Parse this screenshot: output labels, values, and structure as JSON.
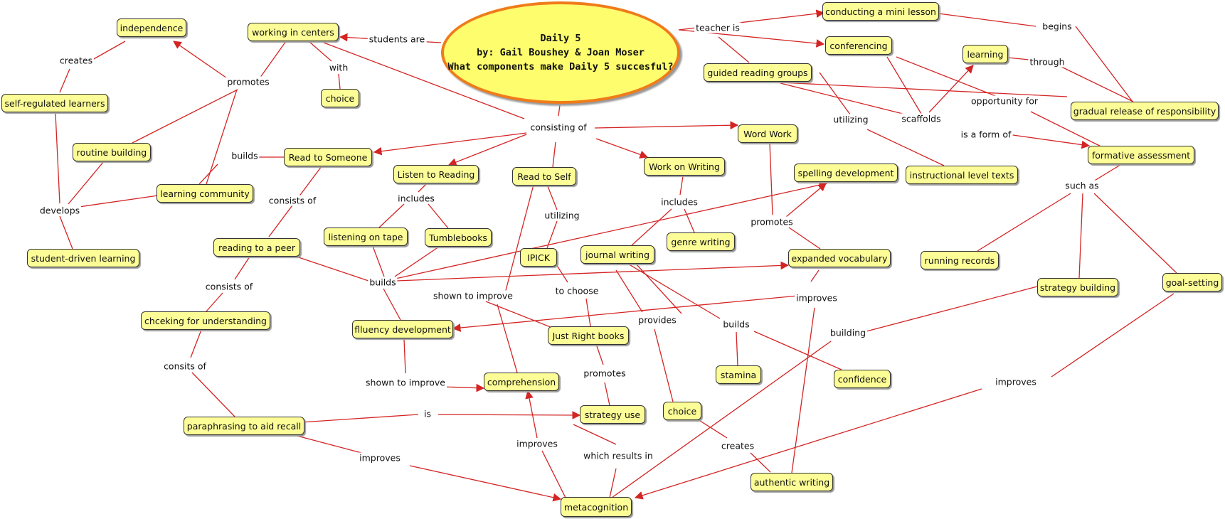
{
  "center": {
    "title": "Daily 5",
    "authors": "by: Gail Boushey & Joan Moser",
    "question": "What components make Daily 5 succesful?"
  },
  "nodes": {
    "independence": "independence",
    "working_in_centers": "working in centers",
    "self_regulated": "self-regulated learners",
    "choice_top": "choice",
    "routine_building": "routine building",
    "read_to_someone": "Read to Someone",
    "learning_community": "learning community",
    "student_driven": "student-driven learning",
    "listen_to_reading": "Listen to Reading",
    "read_to_self": "Read to Self",
    "work_on_writing": "Work on Writing",
    "word_work": "Word Work",
    "conducting_mini_lesson": "conducting a mini lesson",
    "conferencing": "conferencing",
    "guided_reading": "guided reading groups",
    "learning": "learning",
    "gradual_release": "gradual release of responsibility",
    "formative_assessment": "formative assessment",
    "instructional_texts": "instructional level texts",
    "spelling_development": "spelling development",
    "reading_to_peer": "reading to a peer",
    "listening_on_tape": "listening on tape",
    "tumblebooks": "Tumblebooks",
    "ipick": "IPICK",
    "journal_writing": "journal writing",
    "genre_writing": "genre writing",
    "expanded_vocabulary": "expanded vocabulary",
    "running_records": "running records",
    "strategy_building": "strategy building",
    "goal_setting": "goal-setting",
    "checking_understanding": "chceking for understanding",
    "fluency_development": "flluency development",
    "just_right_books": "Just Right books",
    "stamina": "stamina",
    "confidence": "confidence",
    "comprehension": "comprehension",
    "paraphrasing": "paraphrasing to aid recall",
    "strategy_use": "strategy use",
    "choice_bottom": "choice",
    "authentic_writing": "authentic writing",
    "metacognition": "metacognition"
  },
  "labels": {
    "students_are": "students are",
    "teacher_is": "teacher is",
    "begins": "begins",
    "creates_top": "creates",
    "promotes_left": "promotes",
    "with": "with",
    "through": "through",
    "opportunity_for": "opportunity for",
    "scaffolds": "scaffolds",
    "utilizing_top": "utilizing",
    "is_a_form_of": "is a form of",
    "consisting_of": "consisting of",
    "builds_left": "builds",
    "develops": "develops",
    "consists_of_1": "consists of",
    "includes_listen": "includes",
    "utilizing_mid": "utilizing",
    "includes_writing": "includes",
    "promotes_word": "promotes",
    "such_as": "such as",
    "builds_center": "builds",
    "consists_of_2": "consists of",
    "shown_to_improve_1": "shown to improve",
    "to_choose": "to choose",
    "improves_right": "improves",
    "provides": "provides",
    "builds_right": "builds",
    "building": "building",
    "consits_of": "consits of",
    "shown_to_improve_2": "shown to improve",
    "promotes_bottom": "promotes",
    "improves_far_right": "improves",
    "is": "is",
    "creates_bottom": "creates",
    "improves_comp": "improves",
    "which_results_in": "which results in",
    "improves_left": "improves"
  },
  "colors": {
    "node_fill": "#fdfd97",
    "node_border": "#333333",
    "center_fill": "#fdfd6e",
    "center_border": "#f07b1a",
    "link": "#d42424"
  }
}
